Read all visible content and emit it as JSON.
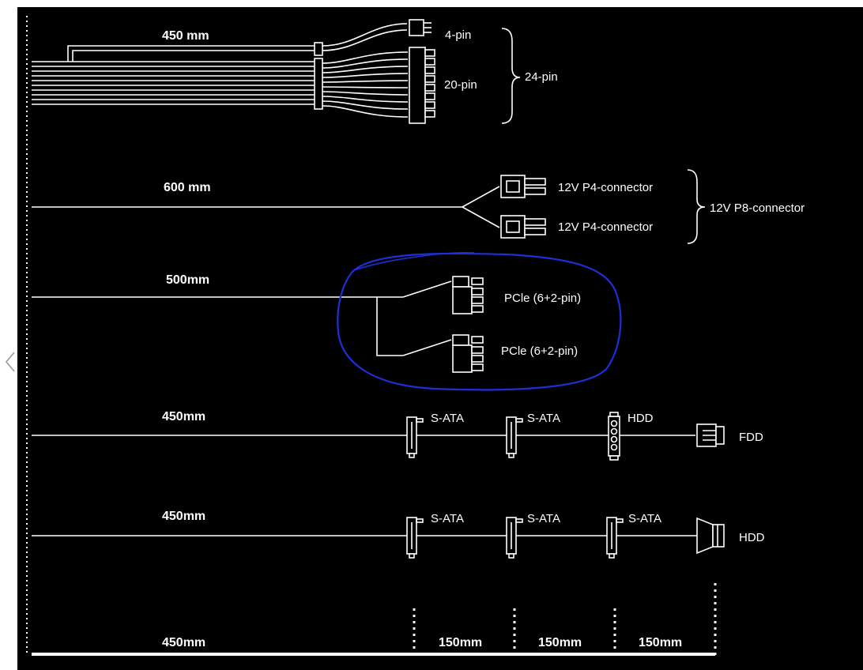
{
  "colors": {
    "background": "#000000",
    "stroke": "#ffffff",
    "highlight": "#1f2fd6",
    "nav_arrow": "#9a9a9a"
  },
  "nav": {
    "icon": "chevron-left-icon"
  },
  "cables": [
    {
      "length": "450 mm",
      "connectors": [
        {
          "label": "4-pin"
        },
        {
          "label": "20-pin"
        }
      ],
      "group_label": "24-pin"
    },
    {
      "length": "600 mm",
      "connectors": [
        {
          "label": "12V P4-connector"
        },
        {
          "label": "12V P4-connector"
        }
      ],
      "group_label": "12V P8-connector"
    },
    {
      "length": "500mm",
      "connectors": [
        {
          "label": "PCle (6+2-pin)"
        },
        {
          "label": "PCle (6+2-pin)"
        }
      ]
    },
    {
      "length": "450mm",
      "connectors": [
        {
          "label": "S-ATA"
        },
        {
          "label": "S-ATA"
        },
        {
          "label": "HDD"
        },
        {
          "label": "FDD"
        }
      ]
    },
    {
      "length": "450mm",
      "connectors": [
        {
          "label": "S-ATA"
        },
        {
          "label": "S-ATA"
        },
        {
          "label": "S-ATA"
        },
        {
          "label": "HDD"
        }
      ]
    }
  ],
  "scale": {
    "segments": [
      "450mm",
      "150mm",
      "150mm",
      "150mm"
    ]
  }
}
